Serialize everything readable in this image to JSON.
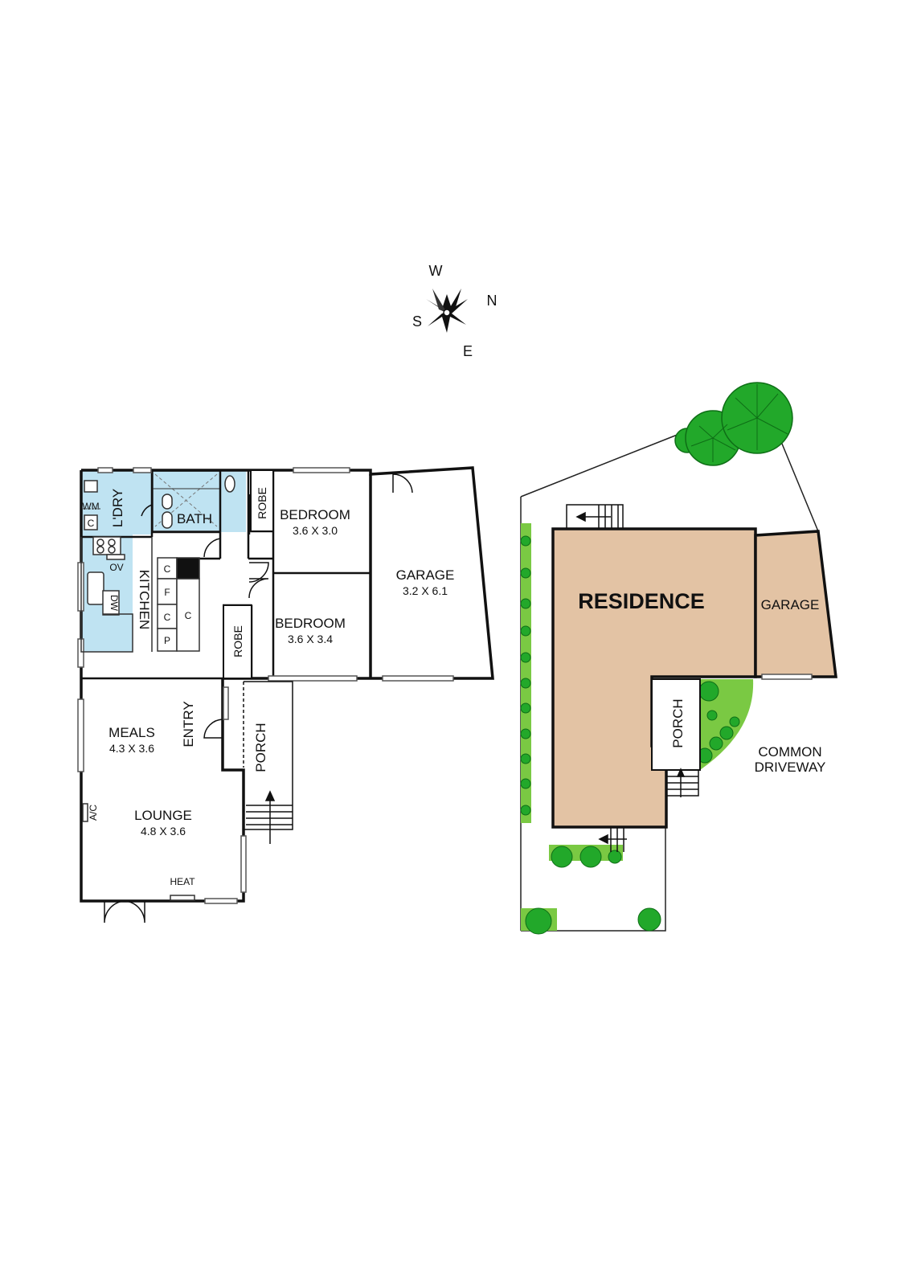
{
  "compass": {
    "w": "W",
    "n": "N",
    "s": "S",
    "e": "E"
  },
  "floor_plan": {
    "laundry": "L'DRY",
    "bath": "BATH",
    "kitchen": "KITCHEN",
    "robe_1": "ROBE",
    "robe_2": "ROBE",
    "bedroom_1": {
      "name": "BEDROOM",
      "size": "3.6 X 3.0"
    },
    "bedroom_2": {
      "name": "BEDROOM",
      "size": "3.6 X 3.4"
    },
    "garage": {
      "name": "GARAGE",
      "size": "3.2 X 6.1"
    },
    "meals": {
      "name": "MEALS",
      "size": "4.3 X 3.6"
    },
    "lounge": {
      "name": "LOUNGE",
      "size": "4.8 X 3.6"
    },
    "entry": "ENTRY",
    "porch": "PORCH",
    "fixtures": {
      "wm": "WM",
      "c_laundry": "C",
      "ov": "OV",
      "dw": "DW",
      "c1": "C",
      "f": "F",
      "c2": "C",
      "c3": "C",
      "p": "P",
      "ac": "A/C",
      "heat": "HEAT"
    }
  },
  "site_plan": {
    "residence": "RESIDENCE",
    "garage": "GARAGE",
    "porch": "PORCH",
    "driveway_line1": "COMMON",
    "driveway_line2": "DRIVEWAY"
  },
  "colors": {
    "wet_area": "#bfe3f2",
    "residence": "#e3c3a4",
    "garden": "#7ac943",
    "tree": "#22a82a",
    "wall": "#111111"
  }
}
